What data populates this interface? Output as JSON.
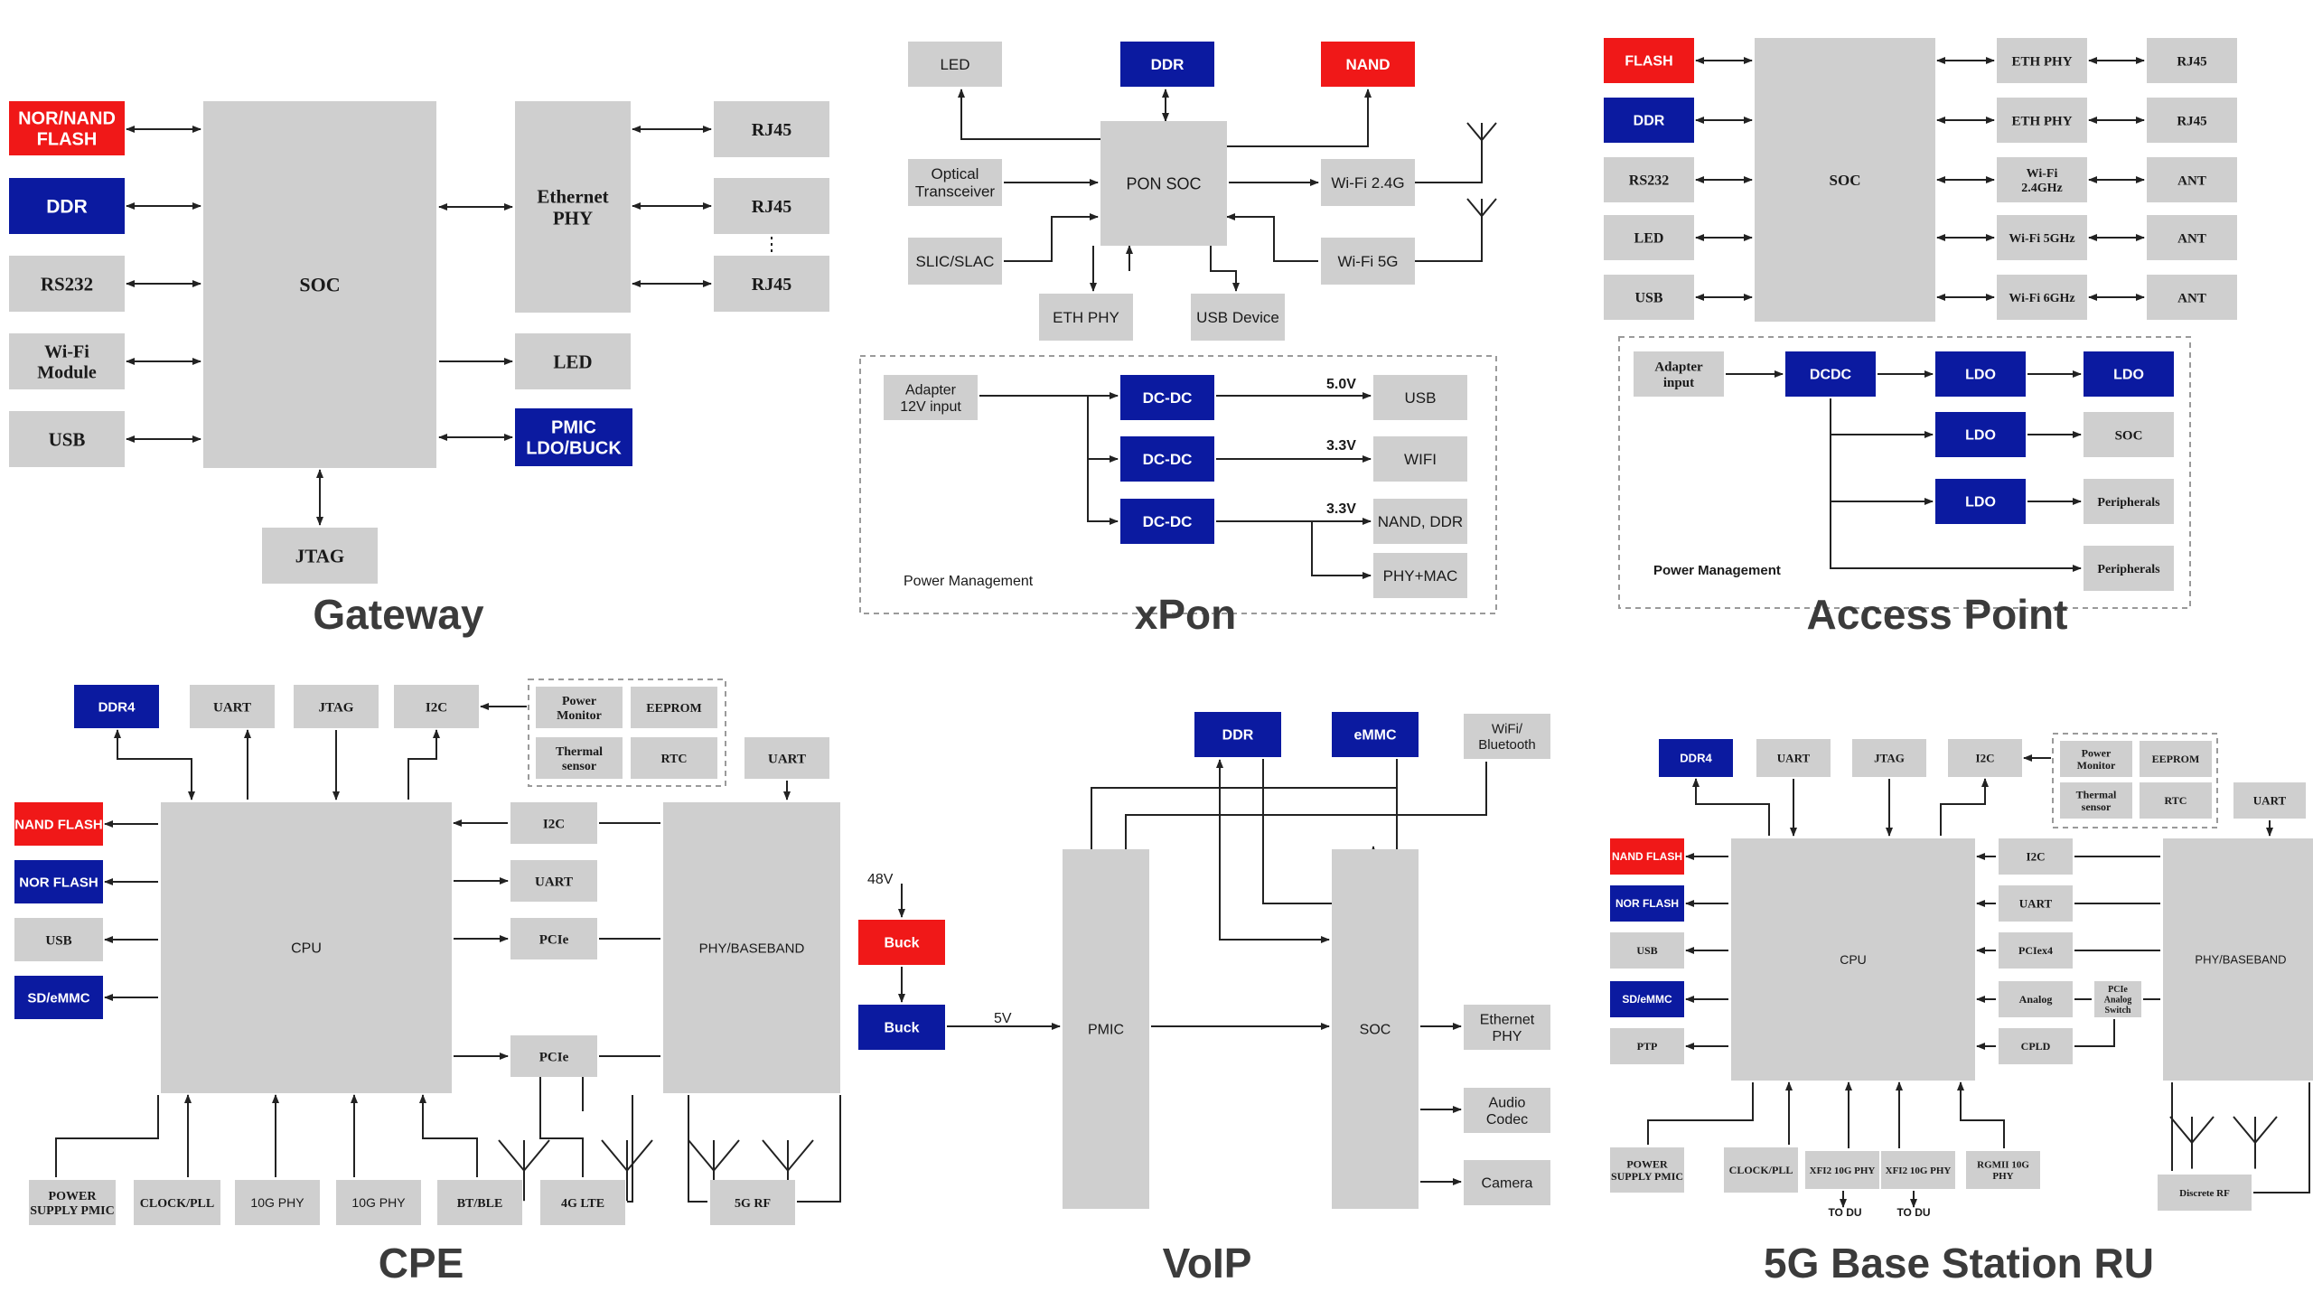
{
  "colors": {
    "gray": "#cfcfcf",
    "blue": "#0b1aa0",
    "red": "#f01818",
    "line": "#222222",
    "caption": "#3b3b3b"
  },
  "panels": {
    "gateway": {
      "title": "Gateway",
      "nodes": {
        "flash": "NOR/NAND FLASH",
        "ddr": "DDR",
        "rs232": "RS232",
        "wifi": "Wi-Fi Module",
        "usb": "USB",
        "soc": "SOC",
        "phy": "Ethernet PHY",
        "rj1": "RJ45",
        "rj2": "RJ45",
        "rj3": "RJ45",
        "led": "LED",
        "pmic": "PMIC LDO/BUCK",
        "jtag": "JTAG"
      }
    },
    "xpon": {
      "title": "xPon",
      "nodes": {
        "led": "LED",
        "ddr": "DDR",
        "nand": "NAND",
        "optical": "Optical Transceiver",
        "pon": "PON SOC",
        "wifi24": "Wi-Fi 2.4G",
        "slic": "SLIC/SLAC",
        "wifi5": "Wi-Fi 5G",
        "eth": "ETH PHY",
        "usbdev": "USB Device",
        "adapter": "Adapter 12V input",
        "dc1": "DC-DC",
        "dc2": "DC-DC",
        "dc3": "DC-DC",
        "usb": "USB",
        "wifi": "WIFI",
        "nandddr": "NAND, DDR",
        "phymac": "PHY+MAC"
      },
      "labels": {
        "v50": "5.0V",
        "v33a": "3.3V",
        "v33b": "3.3V",
        "pm": "Power Management"
      }
    },
    "ap": {
      "title": "Access Point",
      "nodes": {
        "flash": "FLASH",
        "ddr": "DDR",
        "rs232": "RS232",
        "led": "LED",
        "usb": "USB",
        "soc": "SOC",
        "eth1": "ETH PHY",
        "eth2": "ETH PHY",
        "wifi24": "Wi-Fi 2.4GHz",
        "wifi5": "Wi-Fi 5GHz",
        "wifi6": "Wi-Fi 6GHz",
        "rj1": "RJ45",
        "rj2": "RJ45",
        "ant1": "ANT",
        "ant2": "ANT",
        "ant3": "ANT",
        "adapter": "Adapter input",
        "dcdc": "DCDC",
        "ldo1": "LDO",
        "ldo2": "LDO",
        "ldo3": "LDO",
        "ldo4": "LDO",
        "soc2": "SOC",
        "per1": "Peripherals",
        "per2": "Peripherals"
      },
      "labels": {
        "pm": "Power Management"
      }
    },
    "cpe": {
      "title": "CPE",
      "nodes": {
        "ddr4": "DDR4",
        "uart": "UART",
        "jtag": "JTAG",
        "i2c": "I2C",
        "pm": "Power Monitor",
        "eeprom": "EEPROM",
        "thermal": "Thermal sensor",
        "rtc": "RTC",
        "uart2": "UART",
        "nand": "NAND FLASH",
        "nor": "NOR FLASH",
        "usb": "USB",
        "sd": "SD/eMMC",
        "cpu": "CPU",
        "i2c2": "I2C",
        "uart3": "UART",
        "pcie1": "PCIe",
        "pcie2": "PCIe",
        "phy": "PHY/BASEBAND",
        "psu": "POWER SUPPLY PMIC",
        "clock": "CLOCK/PLL",
        "p10a": "10G PHY",
        "p10b": "10G PHY",
        "bt": "BT/BLE",
        "lte": "4G LTE",
        "rf5g": "5G RF"
      }
    },
    "voip": {
      "title": "VoIP",
      "nodes": {
        "ddr": "DDR",
        "emmc": "eMMC",
        "wifibt": "WiFi/ Bluetooth",
        "buck1": "Buck",
        "buck2": "Buck",
        "pmic": "PMIC",
        "soc": "SOC",
        "eth": "Ethernet PHY",
        "audio": "Audio Codec",
        "camera": "Camera"
      },
      "labels": {
        "v48": "48V",
        "v5": "5V"
      }
    },
    "ru": {
      "title": "5G Base Station RU",
      "nodes": {
        "ddr4": "DDR4",
        "uart": "UART",
        "jtag": "JTAG",
        "i2c": "I2C",
        "pm": "Power Monitor",
        "eeprom": "EEPROM",
        "thermal": "Thermal sensor",
        "rtc": "RTC",
        "uart2": "UART",
        "nand": "NAND FLASH",
        "nor": "NOR FLASH",
        "usb": "USB",
        "sd": "SD/eMMC",
        "ptp": "PTP",
        "cpu": "CPU",
        "i2c2": "I2C",
        "uart3": "UART",
        "pcie": "PCIex4",
        "analog": "Analog",
        "cpld": "CPLD",
        "switch": "PCIe Analog Switch",
        "phy": "PHY/BASEBAND",
        "psu": "POWER SUPPLY PMIC",
        "clock": "CLOCK/PLL",
        "xfi1": "XFI2 10G PHY",
        "xfi2": "XFI2 10G PHY",
        "rgmii": "RGMII 10G PHY",
        "rf": "Discrete RF"
      },
      "labels": {
        "todu1": "TO DU",
        "todu2": "TO DU"
      }
    }
  }
}
